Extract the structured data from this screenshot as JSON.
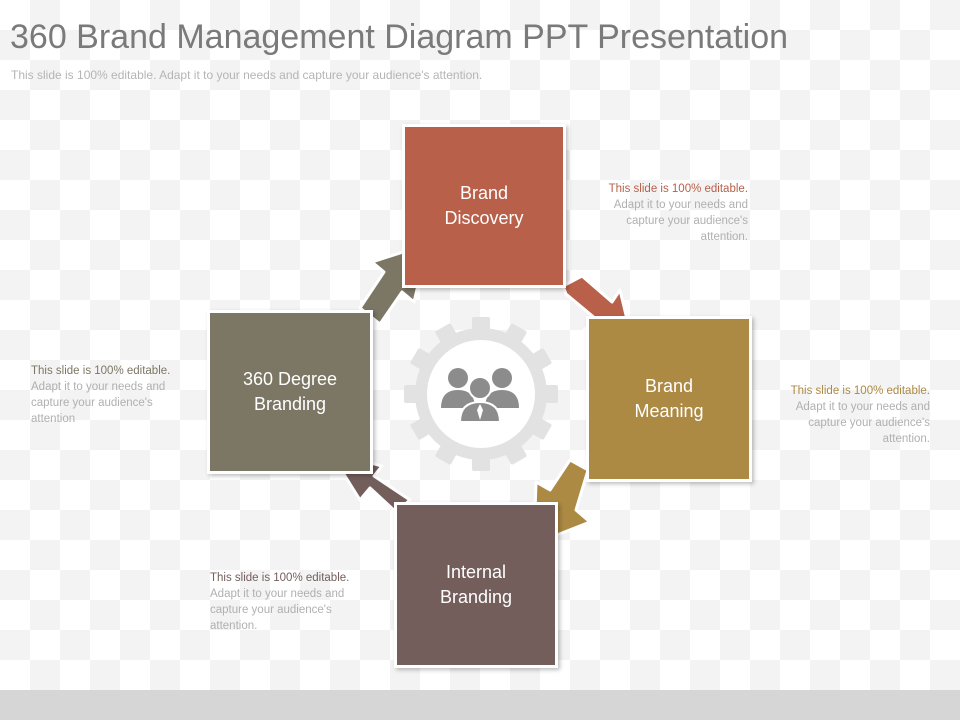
{
  "header": {
    "title": "360 Brand Management Diagram PPT Presentation",
    "subtitle": "This slide is 100% editable. Adapt it to your needs and capture your audience's attention."
  },
  "boxes": [
    {
      "id": "discovery",
      "label": "Brand\nDiscovery",
      "color": "#b8604a"
    },
    {
      "id": "meaning",
      "label": "Brand\nMeaning",
      "color": "#ad8a44"
    },
    {
      "id": "internal",
      "label": "Internal\nBranding",
      "color": "#735e5c"
    },
    {
      "id": "degree",
      "label": "360 Degree\nBranding",
      "color": "#7c7664"
    }
  ],
  "notes": [
    {
      "id": "discovery",
      "highlight": "This slide is 100% editable.",
      "rest": "Adapt it to your needs and\ncapture your audience's\nattention.",
      "color": "#b8604a"
    },
    {
      "id": "meaning",
      "highlight": "This slide is 100% editable.",
      "rest": "Adapt it to your needs and\ncapture your audience's\nattention.",
      "color": "#ad8a44"
    },
    {
      "id": "internal",
      "highlight": "This slide is 100% editable.",
      "rest": "Adapt it to your needs and\ncapture your audience's\nattention.",
      "color": "#735e5c"
    },
    {
      "id": "degree",
      "highlight": "This slide is 100% editable.",
      "rest": "Adapt it to your needs and\ncapture your audience's\nattention",
      "color": "#7c7664"
    }
  ],
  "center": {
    "icon": "people-group-icon",
    "gear": "gear-icon",
    "gear_color": "#e2e2e2"
  }
}
